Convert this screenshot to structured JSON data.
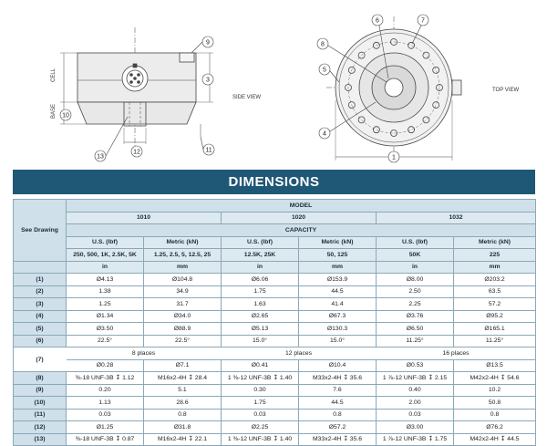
{
  "drawings": {
    "side_view_label": "SIDE VIEW",
    "top_view_label": "TOP VIEW",
    "cell_label": "CELL",
    "base_label": "BASE",
    "side_callouts": [
      "9",
      "3",
      "10",
      "11",
      "12",
      "13"
    ],
    "top_callouts": [
      "6",
      "7",
      "8",
      "5",
      "4",
      "1"
    ]
  },
  "title": "DIMENSIONS",
  "table": {
    "see_drawing": "See Drawing",
    "model_label": "MODEL",
    "models": [
      "1010",
      "1020",
      "1032"
    ],
    "capacity_label": "CAPACITY",
    "unit_headers": [
      "U.S. (lbf)",
      "Metric (kN)",
      "U.S. (lbf)",
      "Metric (kN)",
      "U.S. (lbf)",
      "Metric (kN)"
    ],
    "capacities": [
      "250, 500, 1K, 2.5K, 5K",
      "1.25, 2.5, 5, 12.5, 25",
      "12.5K, 25K",
      "50, 125",
      "50K",
      "225"
    ],
    "length_units": [
      "in",
      "mm",
      "in",
      "mm",
      "in",
      "mm"
    ],
    "rows": [
      {
        "id": "(1)",
        "v": [
          "Ø4.13",
          "Ø104.8",
          "Ø6.06",
          "Ø153.9",
          "Ø8.00",
          "Ø203.2"
        ]
      },
      {
        "id": "(2)",
        "v": [
          "1.38",
          "34.9",
          "1.75",
          "44.5",
          "2.50",
          "63.5"
        ]
      },
      {
        "id": "(3)",
        "v": [
          "1.25",
          "31.7",
          "1.63",
          "41.4",
          "2.25",
          "57.2"
        ]
      },
      {
        "id": "(4)",
        "v": [
          "Ø1.34",
          "Ø34.0",
          "Ø2.65",
          "Ø67.3",
          "Ø3.76",
          "Ø95.2"
        ]
      },
      {
        "id": "(5)",
        "v": [
          "Ø3.50",
          "Ø88.9",
          "Ø5.13",
          "Ø130.3",
          "Ø6.50",
          "Ø165.1"
        ]
      },
      {
        "id": "(6)",
        "v": [
          "22.5°",
          "22.5°",
          "15.0°",
          "15.0°",
          "11.25°",
          "11.25°"
        ]
      }
    ],
    "row7": {
      "id": "(7)",
      "v": [
        "Ø0.28",
        "Ø7.1",
        "Ø0.41",
        "Ø10.4",
        "Ø0.53",
        "Ø13.5"
      ],
      "notes": [
        "8 places",
        "12 places",
        "16 places"
      ]
    },
    "rows_after": [
      {
        "id": "(8)",
        "v": [
          "⅜-18 UNF-3B ↧ 1.12",
          "M16x2-4H ↧ 28.4",
          "1 ⅜-12 UNF-3B ↧ 1.40",
          "M33x2-4H ↧ 35.6",
          "1 ⅞-12 UNF-3B ↧ 2.15",
          "M42x2-4H ↧ 54.6"
        ]
      },
      {
        "id": "(9)",
        "v": [
          "0.20",
          "5.1",
          "0.30",
          "7.6",
          "0.40",
          "10.2"
        ]
      },
      {
        "id": "(10)",
        "v": [
          "1.13",
          "28.6",
          "1.75",
          "44.5",
          "2.00",
          "50.8"
        ]
      },
      {
        "id": "(11)",
        "v": [
          "0.03",
          "0.8",
          "0.03",
          "0.8",
          "0.03",
          "0.8"
        ]
      },
      {
        "id": "(12)",
        "v": [
          "Ø1.25",
          "Ø31.8",
          "Ø2.25",
          "Ø57.2",
          "Ø3.00",
          "Ø76.2"
        ]
      },
      {
        "id": "(13)",
        "v": [
          "⅜-18 UNF-3B ↧ 0.87",
          "M16x2-4H ↧ 22.1",
          "1 ⅜-12 UNF-3B ↧ 1.40",
          "M33x2-4H ↧ 35.6",
          "1 ⅞-12 UNF-3B ↧ 1.75",
          "M42x2-4H ↧ 44.5"
        ]
      }
    ]
  },
  "colors": {
    "banner": "#1f5876",
    "header_fill": "#cfe0ea",
    "line": "#8aa9b8"
  }
}
